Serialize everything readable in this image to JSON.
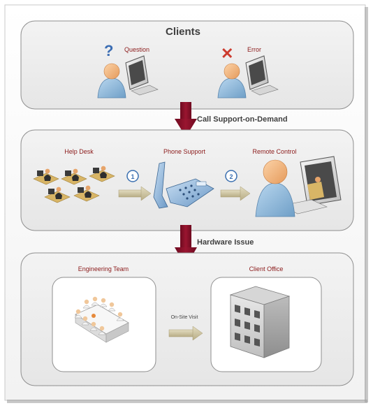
{
  "sections": {
    "clients": {
      "title": "Clients",
      "question_label": "Question",
      "error_label": "Error"
    },
    "support": {
      "help_desk_label": "Help Desk",
      "phone_support_label": "Phone Support",
      "remote_control_label": "Remote Control",
      "step1": "1",
      "step2": "2"
    },
    "onsite": {
      "engineering_label": "Engineering Team",
      "client_office_label": "Client Office",
      "visit_label": "On-Site Visit"
    }
  },
  "transitions": {
    "call_support": "Call Support-on-Demand",
    "hardware_issue": "Hardware Issue"
  },
  "colors": {
    "label_red": "#8b1a1a",
    "arrow_red": "#8b0f2a",
    "question_blue": "#3b6db3",
    "error_red": "#cc3b2e",
    "step_blue": "#3a6fb0",
    "arrow_khaki": "#cfc5a0"
  }
}
